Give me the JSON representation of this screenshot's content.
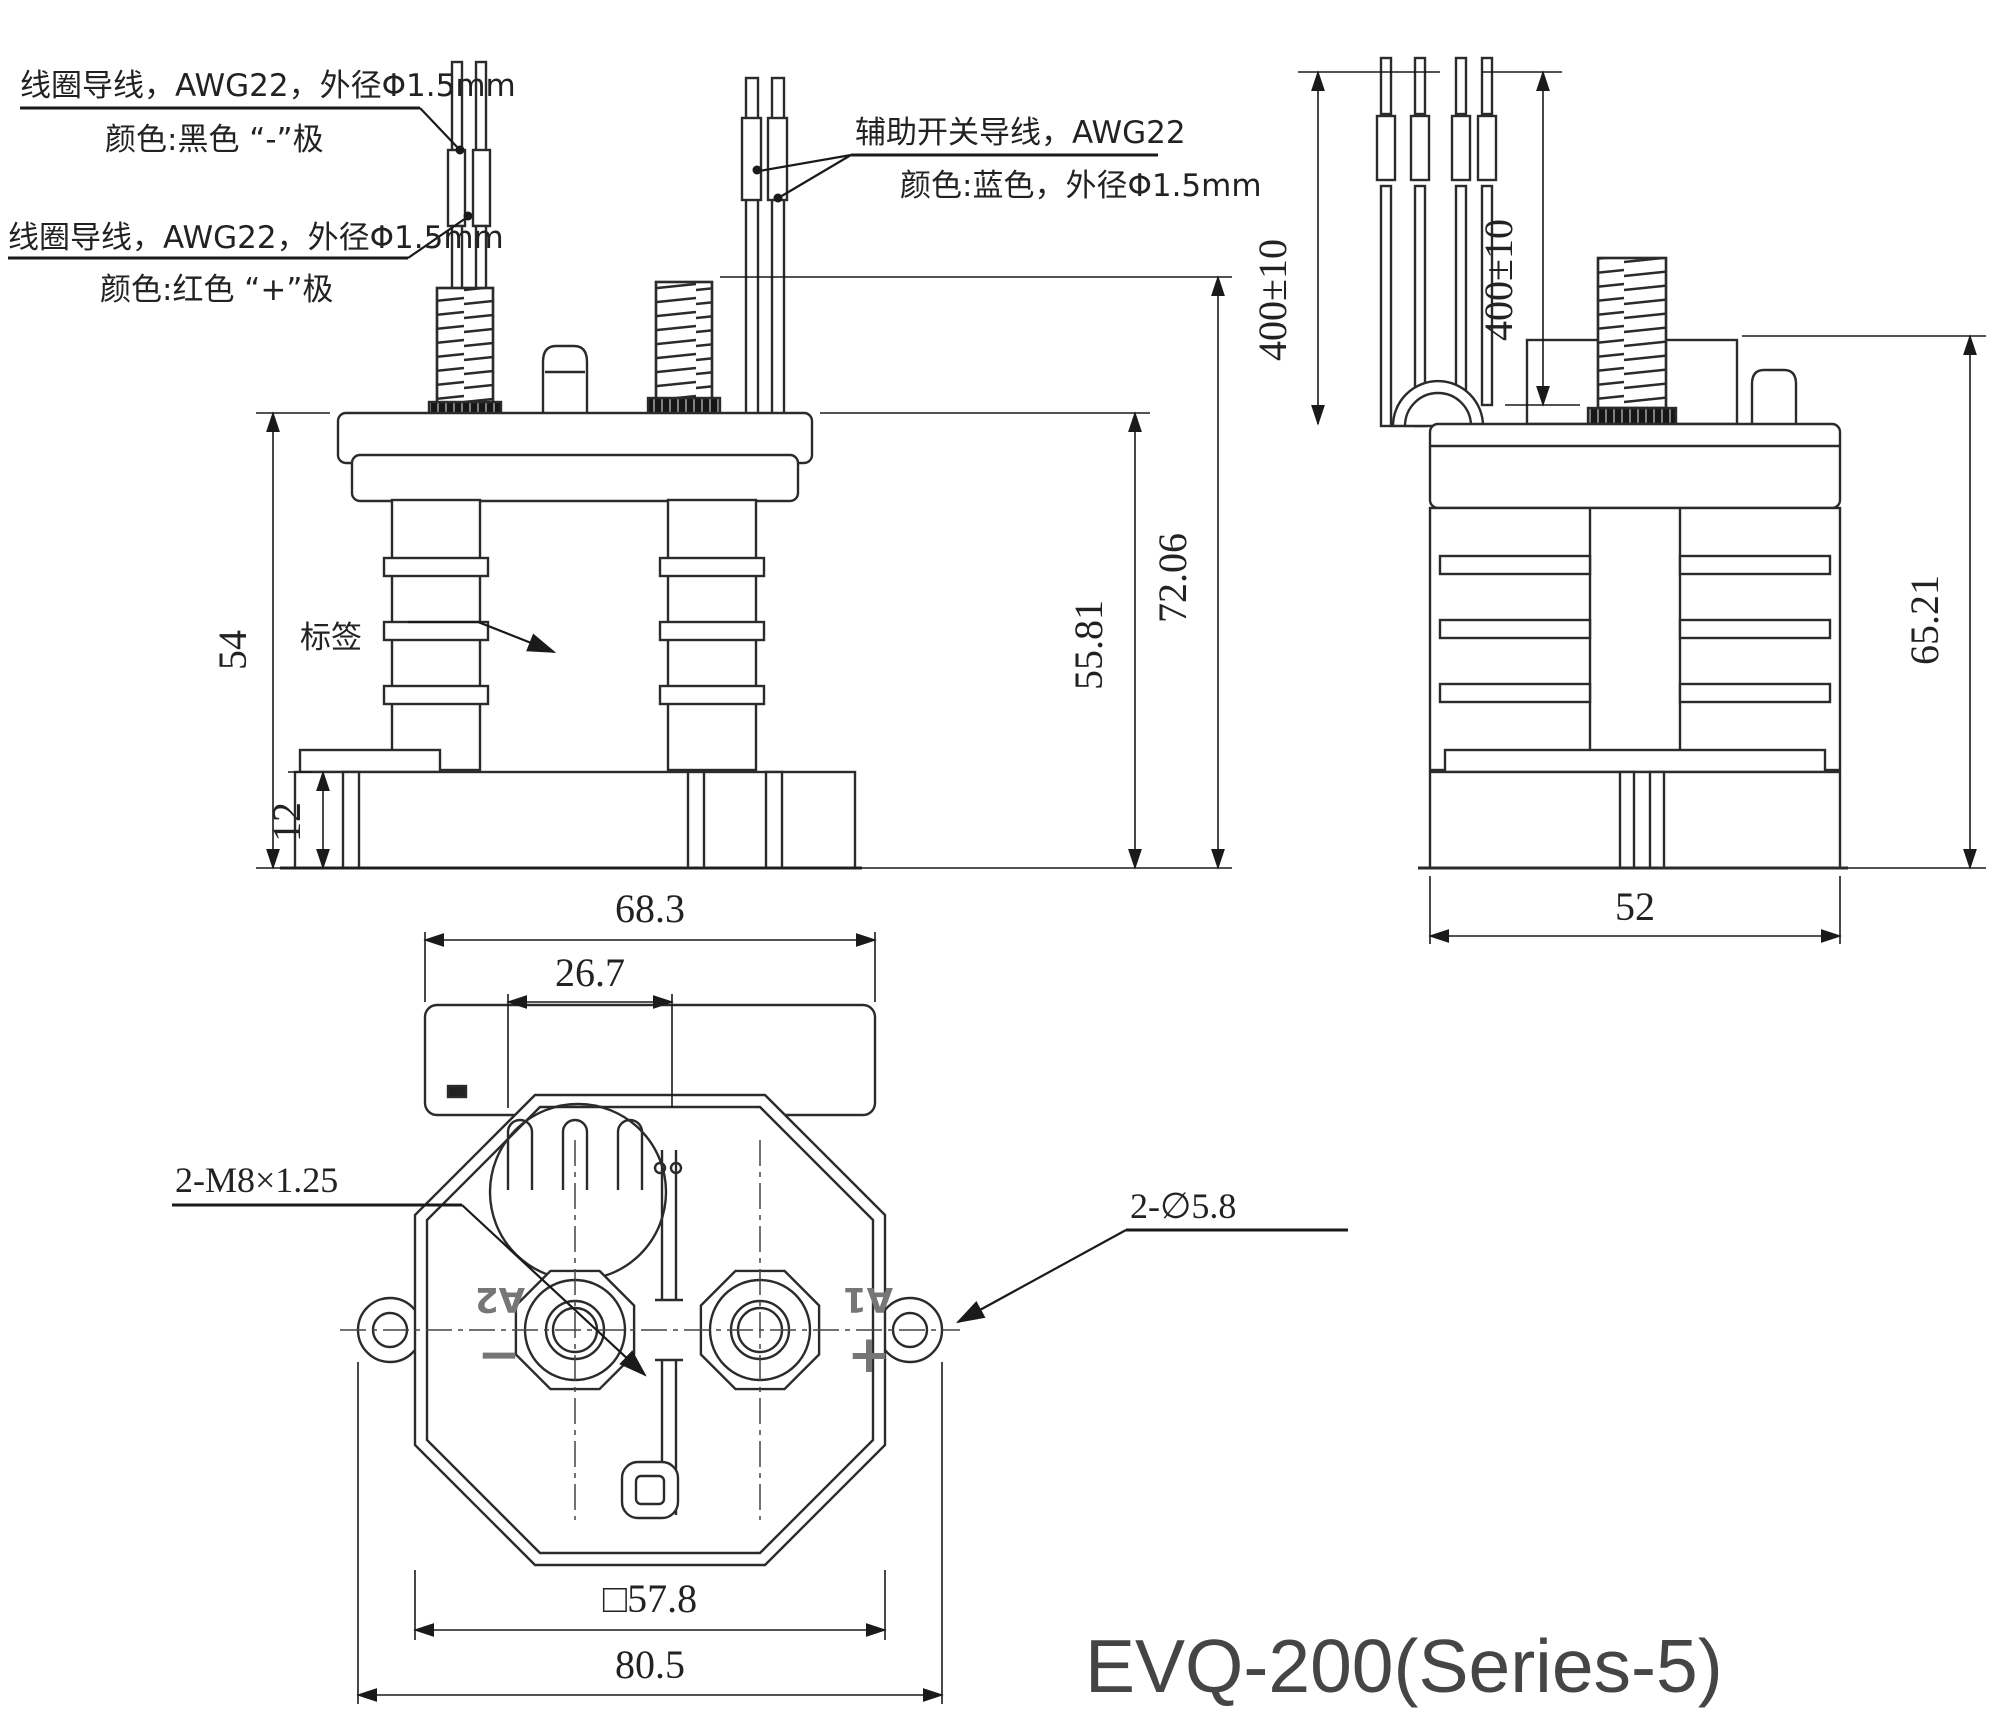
{
  "title": "EVQ-200(Series-5)",
  "callouts": {
    "coil_black_l1": "线圈导线，AWG22，外径Φ1.5mm",
    "coil_black_l2": "颜色:黑色 “-”极",
    "coil_red_l1": "线圈导线，AWG22，外径Φ1.5mm",
    "coil_red_l2": "颜色:红色 “+”极",
    "aux_l1": "辅助开关导线，AWG22",
    "aux_l2": "颜色:蓝色，外径Φ1.5mm",
    "label_tag": "标签",
    "thread_spec": "2-M8×1.25",
    "hole_spec": "2-∅5.8"
  },
  "dimensions": {
    "front": {
      "body_height": "54",
      "base_height": "12",
      "flange_height": "55.81",
      "total_height": "72.06"
    },
    "side": {
      "coil_lead_length": "400±10",
      "aux_lead_length": "400±10",
      "total_height": "65.21",
      "depth": "52"
    },
    "bottom": {
      "body_width": "68.3",
      "lead_slot_span": "26.7",
      "plate_square": "□57.8",
      "overall_width": "80.5"
    }
  },
  "terminals": {
    "left_label": "A2",
    "left_sign": "−",
    "right_label": "A1",
    "right_sign": "+"
  }
}
